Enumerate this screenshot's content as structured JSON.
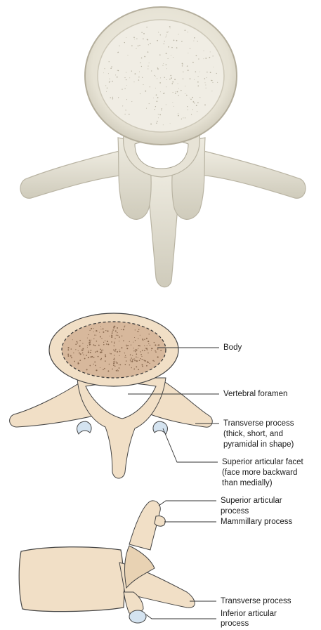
{
  "labels": {
    "body": "Body",
    "vertebral_foramen": "Vertebral foramen",
    "transverse_process_line1": "Transverse process",
    "transverse_process_line2": "(thick, short, and",
    "transverse_process_line3": "pyramidal in shape)",
    "superior_articular_facet_line1": "Superior articular facet",
    "superior_articular_facet_line2": "(face more backward",
    "superior_articular_facet_line3": "than medially)",
    "superior_articular_process_line1": "Superior articular",
    "superior_articular_process_line2": "process",
    "mammillary_process": "Mammillary process",
    "transverse_process_lateral": "Transverse process",
    "inferior_articular_process_line1": "Inferior articular",
    "inferior_articular_process_line2": "process"
  },
  "colors": {
    "bone_photo": "#ece9dd",
    "bone_photo_shadow": "#c9c5b6",
    "bone_drawing": "#f1dfc6",
    "bone_drawing_dark": "#e2c8a6",
    "cancellous_fill": "#d7b89c",
    "facet_blue": "#d4e3f0",
    "outline": "#333333"
  }
}
